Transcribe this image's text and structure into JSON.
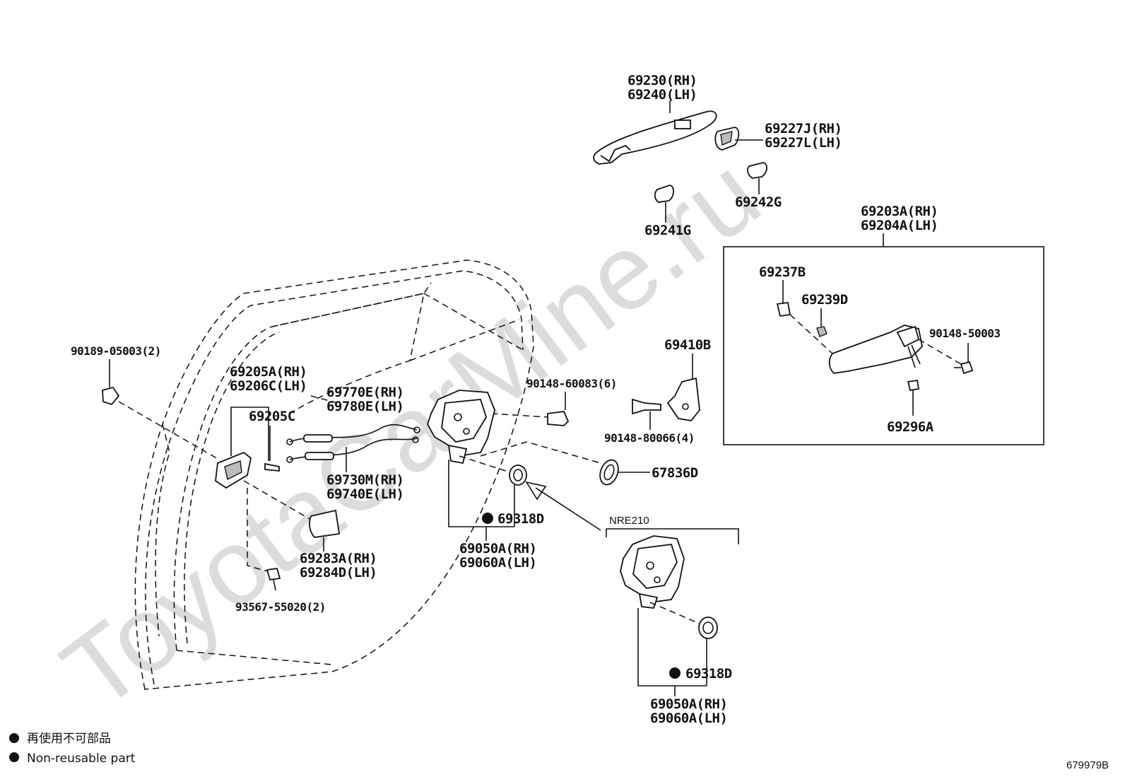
{
  "watermark": "ToyotaCarMine.ru",
  "diagram_code": "679979B",
  "legend": {
    "items": [
      {
        "symbol": "●",
        "text": "再使用不可部品"
      },
      {
        "symbol": "●",
        "text": "Non-reusable part"
      }
    ]
  },
  "variant_label": "NRE210",
  "labels": {
    "p69230": "69230(RH)",
    "p69240": "69240(LH)",
    "p69227J": "69227J(RH)",
    "p69227L": "69227L(LH)",
    "p69242G": "69242G",
    "p69241G": "69241G",
    "p69203A": "69203A(RH)",
    "p69204A": "69204A(LH)",
    "p69237B": "69237B",
    "p69239D": "69239D",
    "p90148_50003": "90148-50003",
    "p69296A": "69296A",
    "p69410B": "69410B",
    "p90148_60083": "90148-60083(6)",
    "p90148_80066": "90148-80066(4)",
    "p67836D": "67836D",
    "p90189_05003": "90189-05003(2)",
    "p69205A": "69205A(RH)",
    "p69206C": "69206C(LH)",
    "p69205C": "69205C",
    "p69770E": "69770E(RH)",
    "p69780E": "69780E(LH)",
    "p69730M": "69730M(RH)",
    "p69740E": "69740E(LH)",
    "p69318D_a": "69318D",
    "p69050A_a": "69050A(RH)",
    "p69060A_a": "69060A(LH)",
    "p69283A": "69283A(RH)",
    "p69284D": "69284D(LH)",
    "p93567": "93567-55020(2)",
    "p69318D_b": "69318D",
    "p69050A_b": "69050A(RH)",
    "p69060A_b": "69060A(LH)"
  }
}
